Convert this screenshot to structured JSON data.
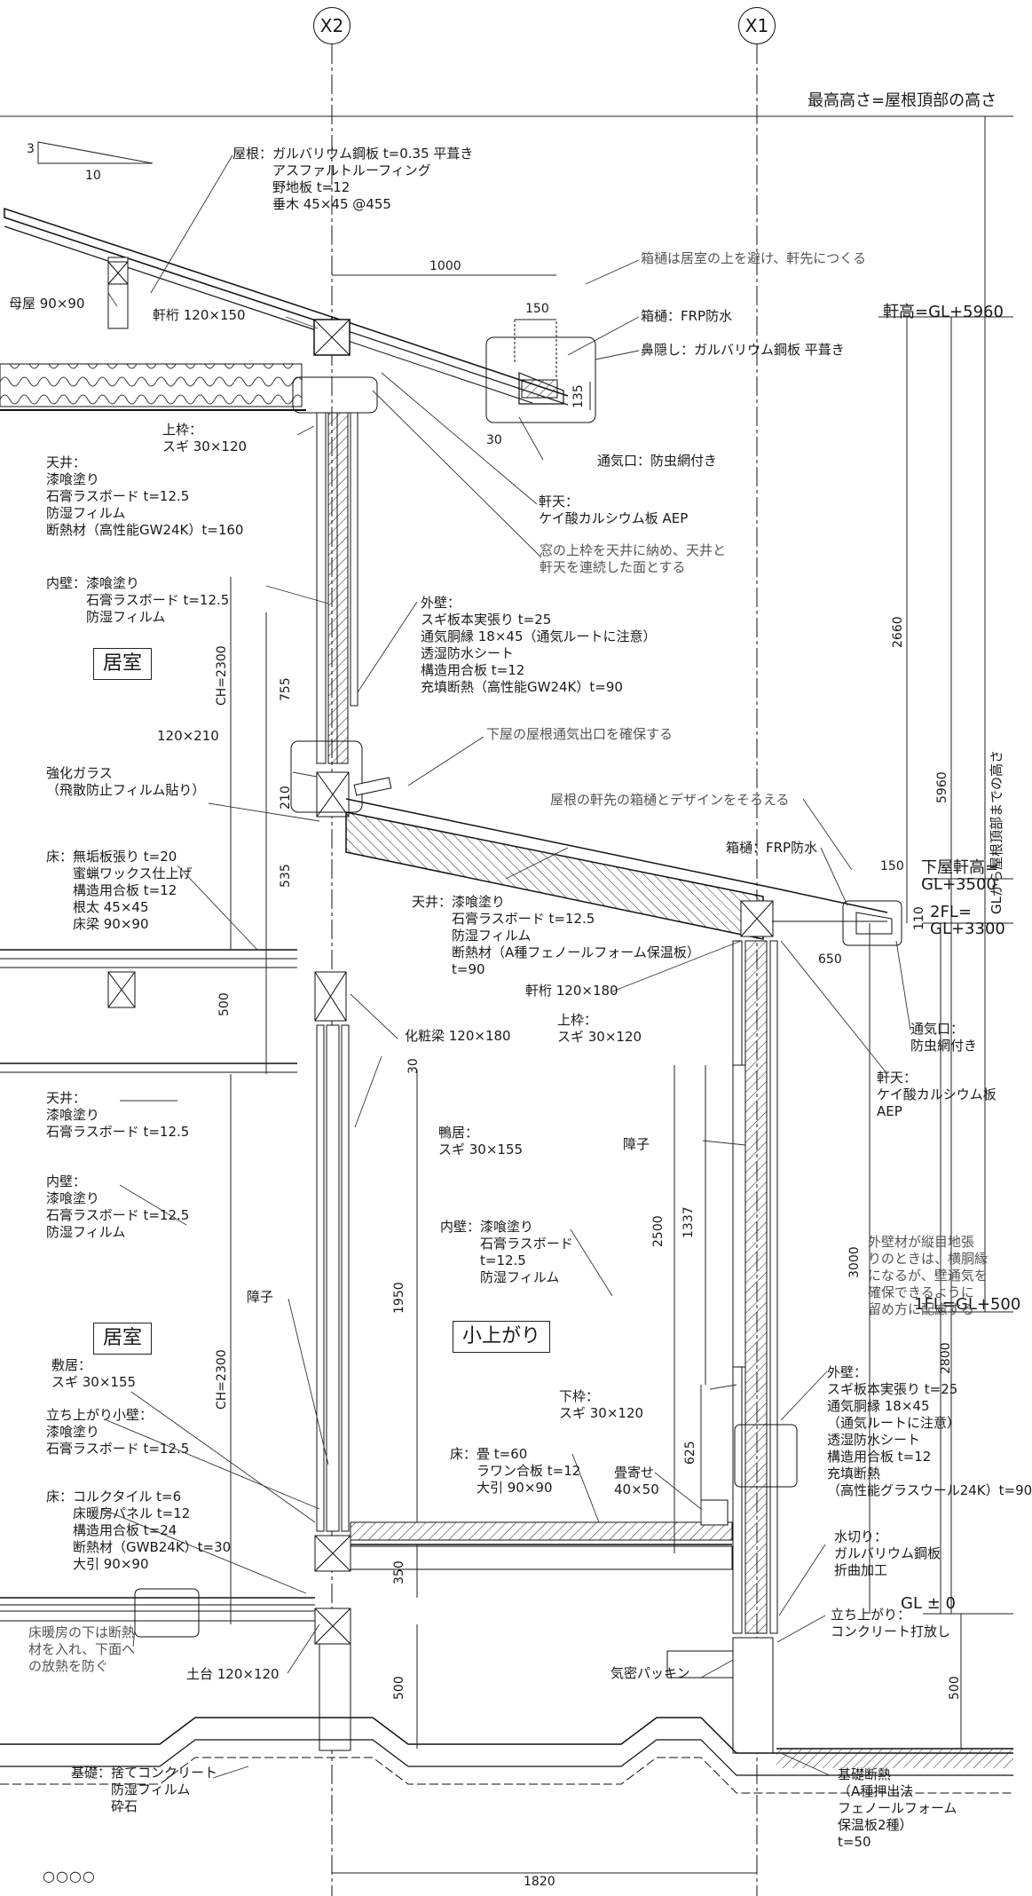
{
  "grid": {
    "x2": "X2",
    "x1": "X1"
  },
  "levels": {
    "max_height": "最高高さ=屋根頂部の高さ",
    "eave": "軒高=GL+5960",
    "lower_eave": "下屋軒高=\nGL+3500",
    "fl2": "2FL=\nGL+3300",
    "fl1": "1FL=GL+500",
    "gl": "GL ± 0",
    "ridge_note": "GLから屋根頂部までの高さ"
  },
  "slope": {
    "rise": "3",
    "run": "10"
  },
  "rooms": {
    "upper": "居室",
    "lower": "居室",
    "koagari": "小上がり"
  },
  "notes": {
    "roof": "屋根：ガルバリウム鋼板 t=0.35 平葺き\n　　　アスファルトルーフィング\n　　　野地板 t=12\n　　　垂木 45×45 @455",
    "purlin": "母屋 90×90",
    "eave_beam": "軒桁 120×150",
    "gutter_note": "箱樋は居室の上を避け、軒先につくる",
    "gutter": "箱樋：FRP防水",
    "fascia": "鼻隠し：ガルバリウム鋼板 平葺き",
    "vent": "通気口：防虫網付き",
    "upper_frame": "上枠：\nスギ 30×120",
    "ceiling_upper": "天井：\n漆喰塗り\n石膏ラスボード t=12.5\n防湿フィルム\n断熱材（高性能GW24K）t=160",
    "soffit": "軒天：\nケイ酸カルシウム板 AEP",
    "window_note": "窓の上枠を天井に納め、天井と\n軒天を連続した面とする",
    "inner_wall_upper": "内壁：漆喰塗り\n　　　石膏ラスボード t=12.5\n　　　防湿フィルム",
    "outer_wall_upper": "外壁：\nスギ板本実張り t=25\n通気胴縁 18×45（通気ルートに注意）\n透湿防水シート\n構造用合板 t=12\n充填断熱（高性能GW24K）t=90",
    "beam_120x210": "120×210",
    "lower_roof_vent": "下屋の屋根通気出口を確保する",
    "glass": "強化ガラス\n（飛散防止フィルム貼り）",
    "lower_gutter_note": "屋根の軒先の箱樋とデザインをそろえる",
    "lower_gutter": "箱樋：FRP防水",
    "floor2": "床：無垢板張り t=20\n　　蜜蝋ワックス仕上げ\n　　構造用合板 t=12\n　　根太 45×45\n　　床梁 90×90",
    "ceiling_lower_roof": "天井：漆喰塗り\n　　　石膏ラスボード t=12.5\n　　　防湿フィルム\n　　　断熱材（A種フェノールフォーム保温板）\n　　　t=90",
    "eave_beam_lower": "軒桁 120×180",
    "upper_frame_lower": "上枠：\nスギ 30×120",
    "vent_lower": "通気口：\n防虫網付き",
    "soffit_lower": "軒天：\nケイ酸カルシウム板\nAEP",
    "exposed_beam": "化粧梁 120×180",
    "ceiling1": "天井：\n漆喰塗り\n石膏ラスボード t=12.5",
    "lintel": "鴨居：\nスギ 30×155",
    "shoji_right": "障子",
    "inner_wall1": "内壁：\n漆喰塗り\n石膏ラスボード t=12.5\n防湿フィルム",
    "inner_wall2": "内壁：漆喰塗り\n　　　石膏ラスボード\n　　　t=12.5\n　　　防湿フィルム",
    "shoji_left": "障子",
    "outer_note": "外壁材が縦目地張\nりのときは、横胴縁\nになるが、壁通気を\n確保できるように\n留め方に配慮する",
    "sill": "敷居：\nスギ 30×155",
    "lower_frame": "下枠：\nスギ 30×120",
    "outer_wall_lower": "外壁：\nスギ板本実張り t=25\n通気胴縁 18×45\n（通気ルートに注意）\n透湿防水シート\n構造用合板 t=12\n充填断熱\n（高性能グラスウール24K）t=90",
    "low_wall": "立ち上がり小壁：\n漆喰塗り\n石膏ラスボード t=12.5",
    "tatami": "床：畳 t=60\n　　ラワン合板 t=12\n　　大引 90×90",
    "tatami_edge": "畳寄せ\n40×50",
    "flashing": "水切り：\nガルバリウム鋼板\n折曲加工",
    "floor1": "床：コルクタイル t=6\n　　床暖房パネル t=12\n　　構造用合板 t=24\n　　断熱材（GWB24K）t=30\n　　大引 90×90",
    "foundation_rise": "立ち上がり：\nコンクリート打放し",
    "heating_note": "床暖房の下は断熱\n材を入れ、下面へ\nの放熱を防ぐ",
    "sill_plate": "土台 120×120",
    "airtight": "気密パッキン",
    "foundation": "基礎：捨てコンクリート\n　　　防湿フィルム\n　　　砕石",
    "foundation_insul": "基礎断熱\n（A種押出法\nフェノールフォーム\n保温板2種）\nt=50",
    "circles": "○○○○"
  },
  "dims": {
    "d1000": "1000",
    "d150a": "150",
    "d135": "135",
    "d30": "30",
    "d755": "755",
    "d210": "210",
    "d535": "535",
    "d500a": "500",
    "ch_upper": "CH=2300",
    "ch_lower": "CH=2300",
    "d2660": "2660",
    "d5960": "5960",
    "d150b": "150",
    "d110": "110",
    "d650": "650",
    "d30b": "30",
    "d1950": "1950",
    "d2500": "2500",
    "d1337": "1337",
    "d3000": "3000",
    "d2800": "2800",
    "d625": "625",
    "d350": "350",
    "d500b": "500",
    "d500c": "500",
    "d1820": "1820"
  }
}
